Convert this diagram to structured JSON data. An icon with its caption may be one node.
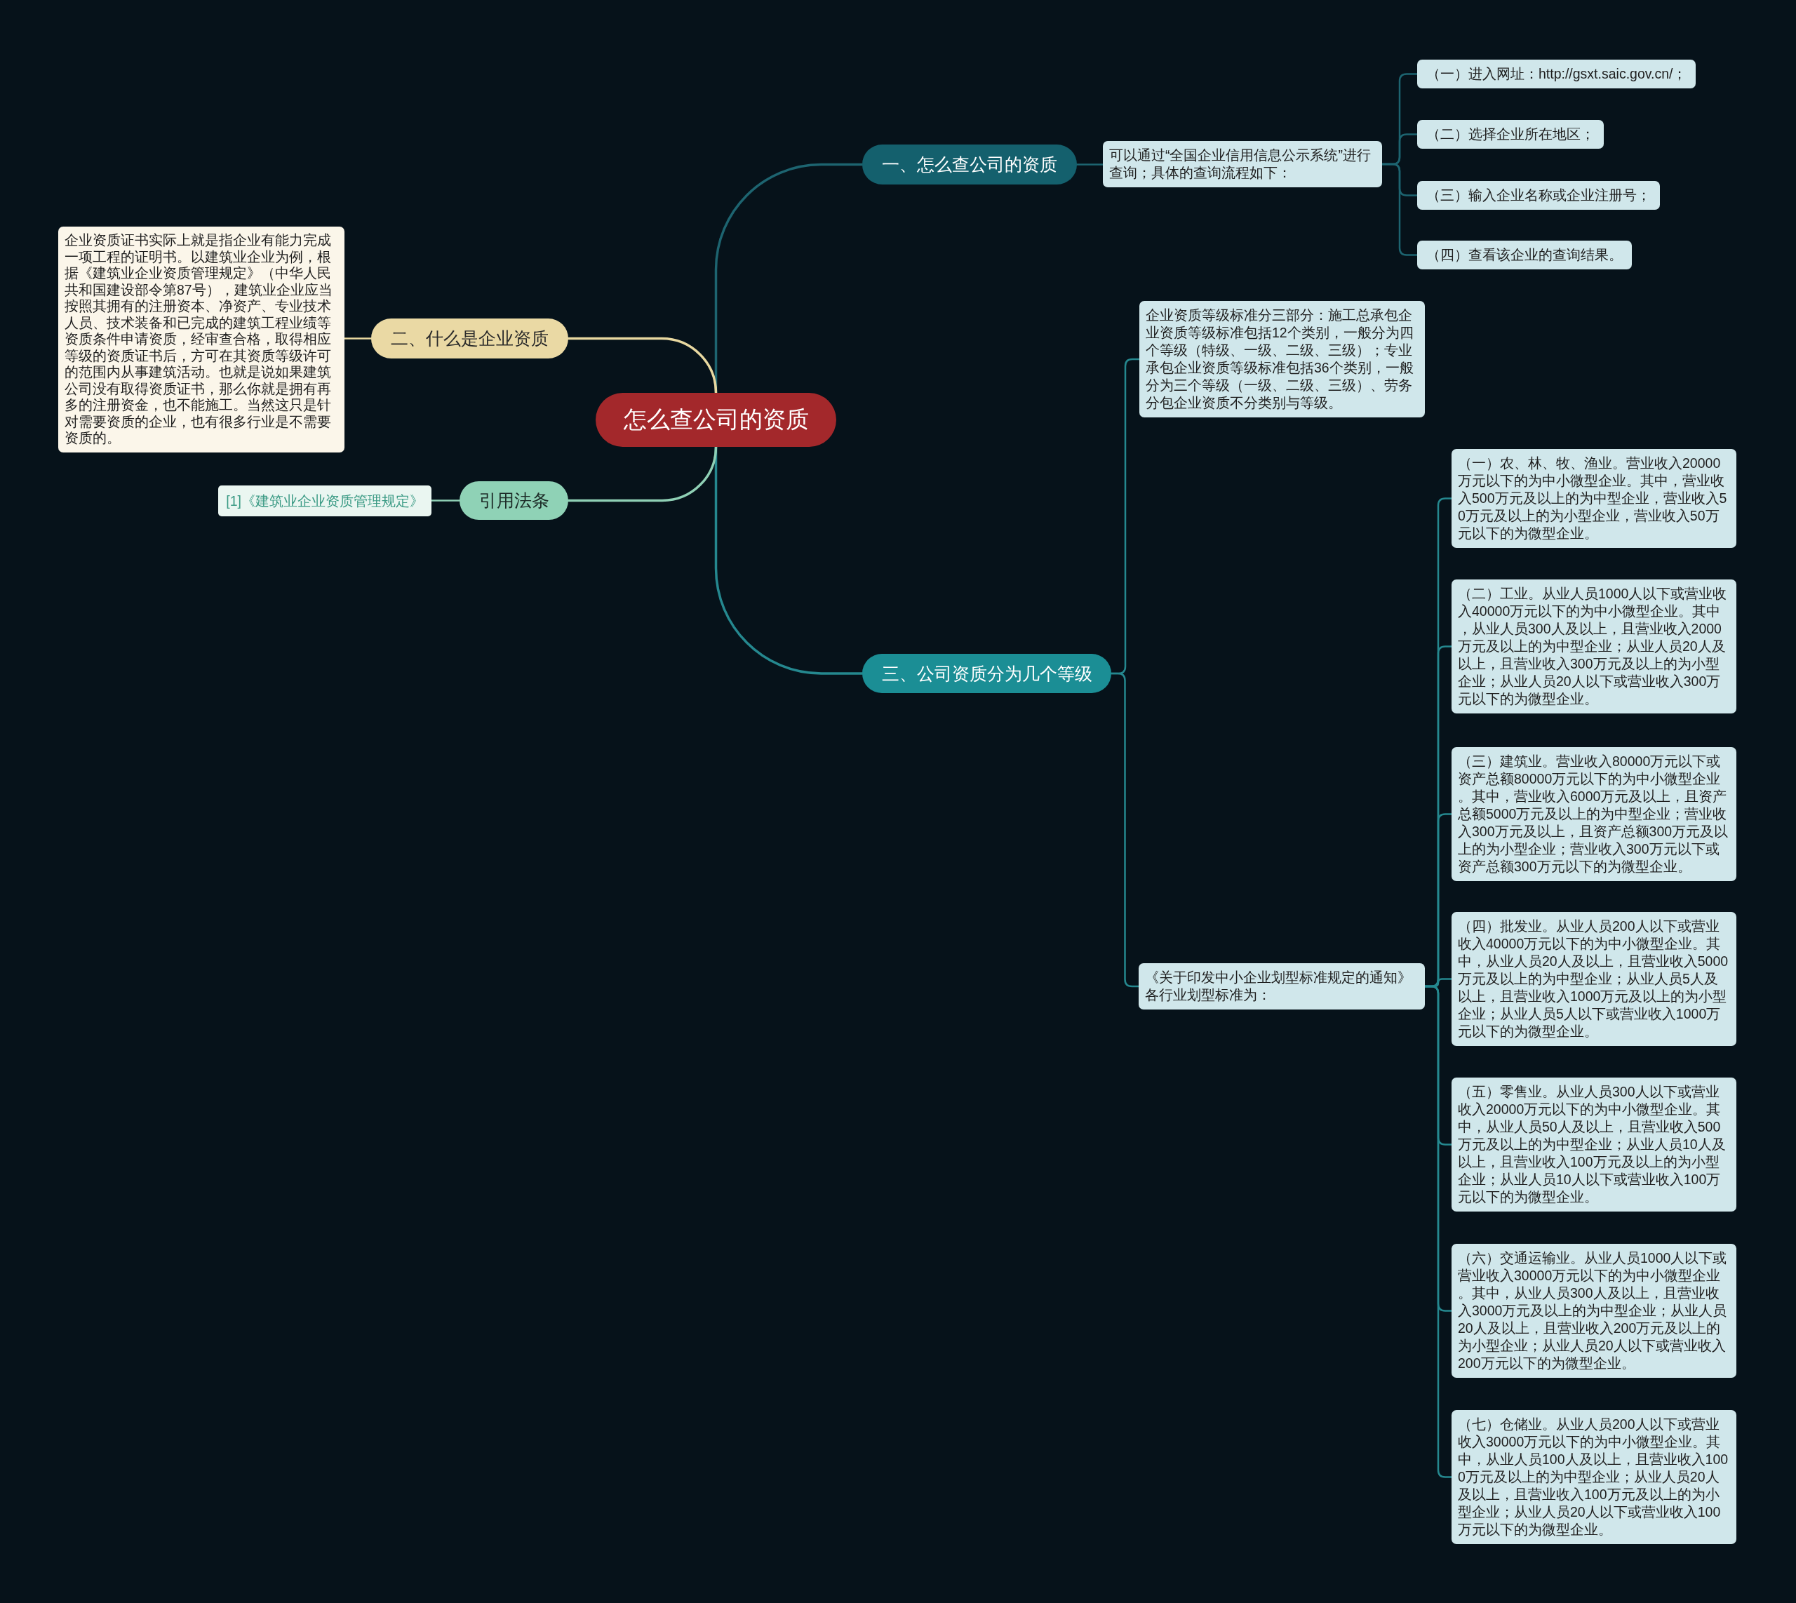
{
  "diagram": {
    "nodes": [
      {
        "text": [
          "怎么查公司的资质"
        ]
      },
      {
        "text": [
          "一、怎么查公司的资质"
        ]
      },
      {
        "text": [
          "可以通过“全国企业信用信息公示系统”进行查询；具体的查询流程如下："
        ]
      },
      {
        "text": [
          "（一）进入网址：http://gsxt.saic.gov.cn/；"
        ]
      },
      {
        "text": [
          "（二）选择企业所在地区；"
        ]
      },
      {
        "text": [
          "（三）输入企业名称或企业注册号；"
        ]
      },
      {
        "text": [
          "（四）查看该企业的查询结果。"
        ]
      },
      {
        "text": [
          "二、什么是企业资质"
        ]
      },
      {
        "text": [
          "企业资质证书实际上就是指企业有能力完成一项工程的证明书。以建筑业企业为例，根据《建筑业企业资质管理规定》（中华人民共和国建设部令第87号），建筑业企业应当按照其拥有的注册资本、净资产、专业技术人员、技术装备和已完成的建筑工程业绩等资质条件申请资质，经审查合格，取得相应等级的资质证书后，方可在其资质等级许可的范围内从事建筑活动。也就是说如果建筑公司没有取得资质证书，那么你就是拥有再多的注册资金，也不能施工。当然这只是针对需要资质的企业，也有很多行业是不需要资质的。"
        ]
      },
      {
        "text": [
          "三、公司资质分为几个等级"
        ]
      },
      {
        "text": [
          "企业资质等级标准分三部分：施工总承包企业资质等级标准包括12个类别，一般分为四个等级（特级、一级、二级、三级）；专业承包企业资质等级标准包括36个类别，一般分为三个等级（一级、二级、三级）、劳务分包企业资质不分类别与等级。"
        ]
      },
      {
        "text": [
          "《关于印发中小企业划型标准规定的通知》各行业划型标准为："
        ]
      },
      {
        "text": [
          "（一）农、林、牧、渔业。营业收入20000万元以下的为中小微型企业。其中，营业收入500万元及以上的为中型企业，营业收入50万元及以上的为小型企业，营业收入50万元以下的为微型企业。"
        ]
      },
      {
        "text": [
          "（二）工业。从业人员1000人以下或营业收入40000万元以下的为中小微型企业。其中，从业人员300人及以上，且营业收入2000万元及以上的为中型企业；从业人员20人及以上，且营业收入300万元及以上的为小型企业；从业人员20人以下或营业收入300万元以下的为微型企业。"
        ]
      },
      {
        "text": [
          "（三）建筑业。营业收入80000万元以下或资产总额80000万元以下的为中小微型企业。其中，营业收入6000万元及以上，且资产总额5000万元及以上的为中型企业；营业收入300万元及以上，且资产总额300万元及以上的为小型企业；营业收入300万元以下或资产总额300万元以下的为微型企业。"
        ]
      },
      {
        "text": [
          "（四）批发业。从业人员200人以下或营业收入40000万元以下的为中小微型企业。其中，从业人员20人及以上，且营业收入5000万元及以上的为中型企业；从业人员5人及以上，且营业收入1000万元及以上的为小型企业；从业人员5人以下或营业收入1000万元以下的为微型企业。"
        ]
      },
      {
        "text": [
          "（五）零售业。从业人员300人以下或营业收入20000万元以下的为中小微型企业。其中，从业人员50人及以上，且营业收入500万元及以上的为中型企业；从业人员10人及以上，且营业收入100万元及以上的为小型企业；从业人员10人以下或营业收入100万元以下的为微型企业。"
        ]
      },
      {
        "text": [
          "（六）交通运输业。从业人员1000人以下或营业收入30000万元以下的为中小微型企业。其中，从业人员300人及以上，且营业收入3000万元及以上的为中型企业；从业人员20人及以上，且营业收入200万元及以上的为小型企业；从业人员20人以下或营业收入200万元以下的为微型企业。"
        ]
      },
      {
        "text": [
          "（七）仓储业。从业人员200人以下或营业收入30000万元以下的为中小微型企业。其中，从业人员100人及以上，且营业收入1000万元及以上的为中型企业；从业人员20人及以上，且营业收入100万元及以上的为小型企业；从业人员20人以下或营业收入100万元以下的为微型企业。"
        ]
      },
      {
        "text": [
          "引用法条"
        ]
      },
      {
        "text": [
          "[1]《建筑业企业资质管理规定》"
        ]
      }
    ],
    "edges": [
      {
        "from": 0,
        "to": 1,
        "arrow": "none",
        "color": "#1d6470"
      },
      {
        "from": 1,
        "to": 2,
        "arrow": "none",
        "color": "#1d6470"
      },
      {
        "from": 2,
        "to": 3,
        "arrow": "none",
        "color": "#1d6470"
      },
      {
        "from": 2,
        "to": 4,
        "arrow": "none",
        "color": "#1d6470"
      },
      {
        "from": 2,
        "to": 5,
        "arrow": "none",
        "color": "#1d6470"
      },
      {
        "from": 2,
        "to": 6,
        "arrow": "none",
        "color": "#1d6470"
      },
      {
        "from": 0,
        "to": 7,
        "arrow": "none",
        "color": "#e8d8a0"
      },
      {
        "from": 7,
        "to": 8,
        "arrow": "none",
        "color": "#e8d8a0"
      },
      {
        "from": 0,
        "to": 9,
        "arrow": "none"
      },
      {
        "from": 9,
        "to": 10,
        "arrow": "none"
      },
      {
        "from": 9,
        "to": 11,
        "arrow": "none"
      },
      {
        "from": 11,
        "to": 12,
        "arrow": "none"
      },
      {
        "from": 11,
        "to": 13,
        "arrow": "none"
      },
      {
        "from": 11,
        "to": 14,
        "arrow": "none"
      },
      {
        "from": 11,
        "to": 15,
        "arrow": "none"
      },
      {
        "from": 11,
        "to": 16,
        "arrow": "none"
      },
      {
        "from": 11,
        "to": 17,
        "arrow": "none"
      },
      {
        "from": 11,
        "to": 18,
        "arrow": "none"
      },
      {
        "from": 0,
        "to": 19,
        "arrow": "none",
        "color": "#8fd0b5"
      },
      {
        "from": 19,
        "to": 20,
        "arrow": "none",
        "color": "#8fd0b5"
      }
    ]
  }
}
